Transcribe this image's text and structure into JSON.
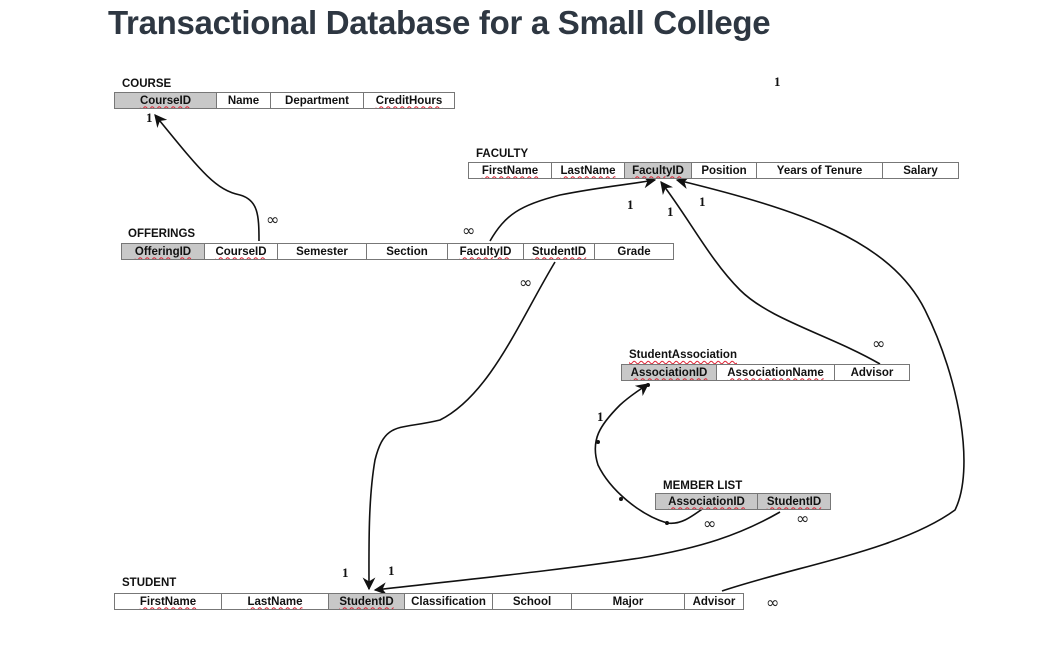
{
  "title": "Transactional Database for a Small College",
  "tables": {
    "course": {
      "name": "COURSE",
      "fields": [
        "CourseID",
        "Name",
        "Department",
        "CreditHours"
      ],
      "key": "CourseID"
    },
    "faculty": {
      "name": "FACULTY",
      "fields": [
        "FirstName",
        "LastName",
        "FacultyID",
        "Position",
        "Years of Tenure",
        "Salary"
      ],
      "key": "FacultyID"
    },
    "offerings": {
      "name": "OFFERINGS",
      "fields": [
        "OfferingID",
        "CourseID",
        "Semester",
        "Section",
        "FacultyID",
        "StudentID",
        "Grade"
      ],
      "key": "OfferingID"
    },
    "student_association": {
      "name": "StudentAssociation",
      "fields": [
        "AssociationID",
        "AssociationName",
        "Advisor"
      ],
      "key": "AssociationID"
    },
    "member_list": {
      "name": "MEMBER LIST",
      "fields": [
        "AssociationID",
        "StudentID"
      ],
      "key": "AssociationID, StudentID"
    },
    "student": {
      "name": "STUDENT",
      "fields": [
        "FirstName",
        "LastName",
        "StudentID",
        "Classification",
        "School",
        "Major",
        "Advisor"
      ],
      "key": "StudentID"
    }
  },
  "relationships": [
    {
      "from": "OFFERINGS.CourseID",
      "to": "COURSE.CourseID",
      "from_card": "∞",
      "to_card": "1"
    },
    {
      "from": "OFFERINGS.FacultyID",
      "to": "FACULTY.FacultyID",
      "from_card": "∞",
      "to_card": "1"
    },
    {
      "from": "OFFERINGS.StudentID",
      "to": "STUDENT.StudentID",
      "from_card": "∞",
      "to_card": "1"
    },
    {
      "from": "StudentAssociation.Advisor",
      "to": "FACULTY.FacultyID",
      "from_card": "∞",
      "to_card": "1"
    },
    {
      "from": "STUDENT.Advisor",
      "to": "FACULTY.FacultyID",
      "from_card": "∞",
      "to_card": "1"
    },
    {
      "from": "MEMBER LIST.AssociationID",
      "to": "StudentAssociation.AssociationID",
      "from_card": "∞",
      "to_card": "1"
    },
    {
      "from": "MEMBER LIST.StudentID",
      "to": "STUDENT.StudentID",
      "from_card": "∞",
      "to_card": "1"
    }
  ],
  "cardinality": {
    "one": "1",
    "many": "∞"
  }
}
